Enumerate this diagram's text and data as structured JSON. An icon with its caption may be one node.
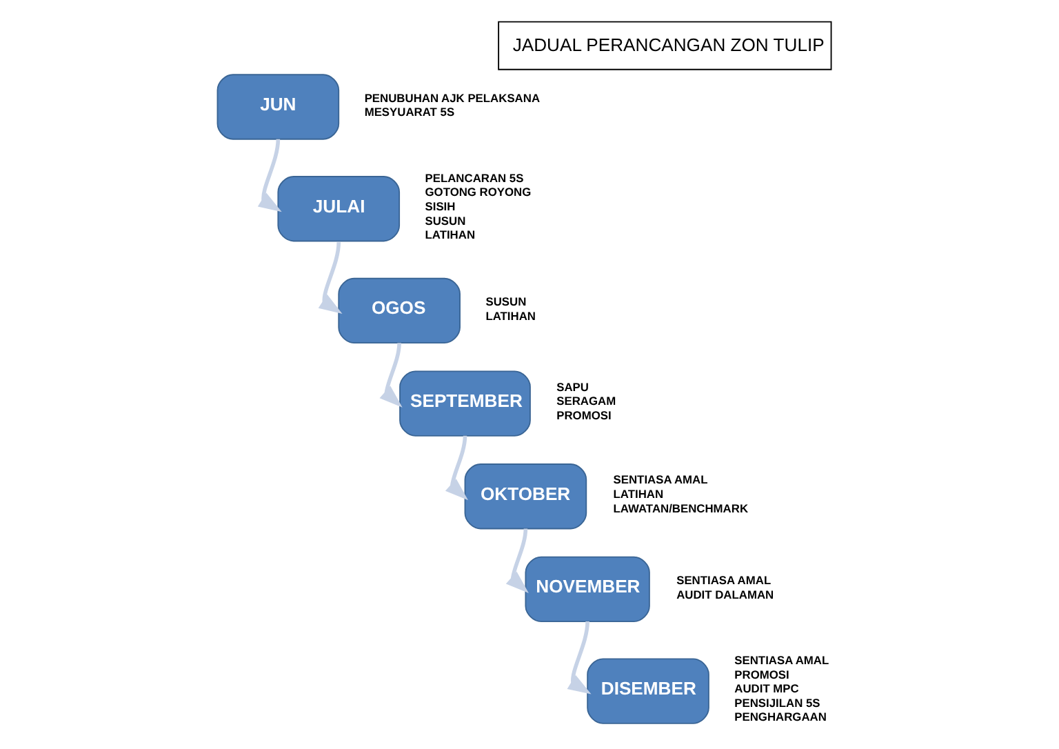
{
  "diagram": {
    "title": "JADUAL PERANCANGAN ZON TULIP",
    "nodes": [
      {
        "text": [
          "JUN"
        ],
        "beside": [
          "PENUBUHAN AJK PELAKSANA",
          "MESYUARAT 5S"
        ]
      },
      {
        "text": [
          "JULAI"
        ],
        "beside": [
          "PELANCARAN 5S",
          "GOTONG ROYONG",
          "SISIH",
          "SUSUN",
          "LATIHAN"
        ]
      },
      {
        "text": [
          "OGOS"
        ],
        "beside": [
          "SUSUN",
          "LATIHAN"
        ]
      },
      {
        "text": [
          "SEPTEMBER"
        ],
        "beside": [
          "SAPU",
          "SERAGAM",
          "PROMOSI"
        ]
      },
      {
        "text": [
          "OKTOBER"
        ],
        "beside": [
          "SENTIASA AMAL",
          "LATIHAN",
          "LAWATAN/BENCHMARK"
        ]
      },
      {
        "text": [
          "NOVEMBER"
        ],
        "beside": [
          "SENTIASA AMAL",
          "AUDIT DALAMAN"
        ]
      },
      {
        "text": [
          "DISEMBER"
        ],
        "beside": [
          "SENTIASA AMAL",
          "PROMOSI",
          "AUDIT MPC",
          "PENSIJILAN 5S",
          "PENGHARGAAN"
        ]
      }
    ],
    "edges": [
      {
        "from": 0,
        "to": 1,
        "arrow": "to"
      },
      {
        "from": 1,
        "to": 2,
        "arrow": "to"
      },
      {
        "from": 2,
        "to": 3,
        "arrow": "to"
      },
      {
        "from": 3,
        "to": 4,
        "arrow": "to"
      },
      {
        "from": 4,
        "to": 5,
        "arrow": "to"
      },
      {
        "from": 5,
        "to": 6,
        "arrow": "to"
      }
    ]
  }
}
